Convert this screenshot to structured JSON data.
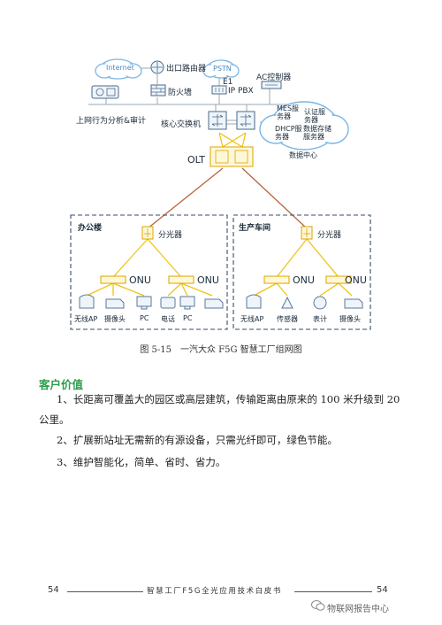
{
  "diagram": {
    "internet": "Internet",
    "egress_router": "出口路由器",
    "firewall": "防火墙",
    "behavior_audit": "上网行为分析&审计",
    "pstn": "PSTN",
    "e1": "E1",
    "ip_pbx": "IP PBX",
    "ac_controller": "AC控制器",
    "core_switch": "核心交换机",
    "mes_server": "MES服务器",
    "auth_server": "认证服务器",
    "dhcp_server": "DHCP服务器",
    "storage_server": "数据存储服务器",
    "data_center": "数据中心",
    "olt": "OLT",
    "office_building": "办公楼",
    "production_workshop": "生产车间",
    "splitter_office": "分光器",
    "splitter_workshop": "分光器",
    "onu1": "ONU",
    "onu2": "ONU",
    "onu3": "ONU",
    "onu4": "ONU",
    "dev_wifi_ap_1": "无线AP",
    "dev_camera_1": "摄像头",
    "dev_pc_1": "PC",
    "dev_phone": "电话",
    "dev_pc_2": "PC",
    "dev_wifi_ap_2": "无线AP",
    "dev_sensor": "传感器",
    "dev_meter": "表计",
    "dev_camera_2": "摄像头",
    "colors": {
      "fiber": "#f0c419",
      "uplink": "#b5653a",
      "frame": "#3a4a6a",
      "cloud": "#7ab6e6"
    }
  },
  "caption": "图 5-15　一汽大众 F5G 智慧工厂组网图",
  "section_title": "客户价值",
  "paragraphs": [
    "1、长距离可覆盖大的园区或高层建筑，传输距离由原来的 100 米升级到 20 公里。",
    "2、扩展新站址无需新的有源设备，只需光纤即可，绿色节能。",
    "3、维护智能化，简单、省时、省力。"
  ],
  "footer": {
    "page_left": "54",
    "title": "智慧工厂F5G全光应用技术白皮书",
    "page_right": "54"
  },
  "watermark": "物联网报告中心"
}
